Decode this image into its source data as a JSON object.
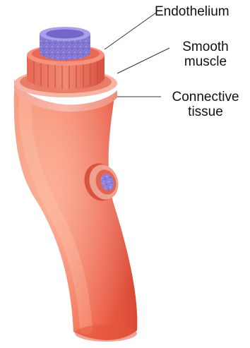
{
  "labels": {
    "endothelium": "Endothelium",
    "smooth_muscle": [
      "Smooth",
      "muscle"
    ],
    "connective_tissue": [
      "Connective",
      "tissue"
    ]
  },
  "colors": {
    "endothelium": "#8c7fd6",
    "smooth_muscle": "#ea6e58",
    "connective_tissue": "#f39b8e",
    "vessel_body": "#f06f4f",
    "vessel_shadow": "#c94a3b",
    "lumen": "#6f66c5",
    "leader_line": "#333333"
  }
}
